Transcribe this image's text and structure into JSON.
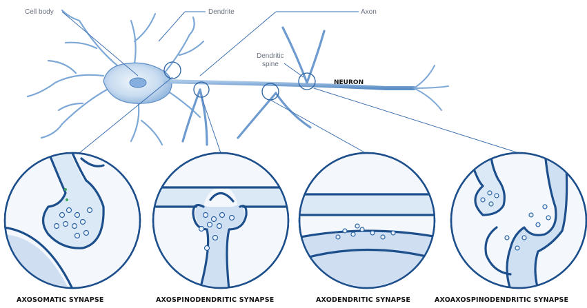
{
  "labels": {
    "cell_body": "Cell body",
    "dendrite": "Dendrite",
    "axon": "Axon",
    "dendritic_spine_line1": "Dendritic",
    "dendritic_spine_line2": "spine",
    "neuron": "NEURON"
  },
  "synapses": [
    {
      "caption": "AXOSOMATIC SYNAPSE"
    },
    {
      "caption": "AXOSPINODENDRITIC SYNAPSE"
    },
    {
      "caption": "AXODENDRITIC SYNAPSE"
    },
    {
      "caption": "AXOAXOSPINODENDRITIC SYNAPSE"
    }
  ],
  "colors": {
    "membrane": "#1d4f8c",
    "cell_fill": "#c9dcf0",
    "leader": "#3b6fb0",
    "vesicle_fill": "#e9f2fb"
  }
}
